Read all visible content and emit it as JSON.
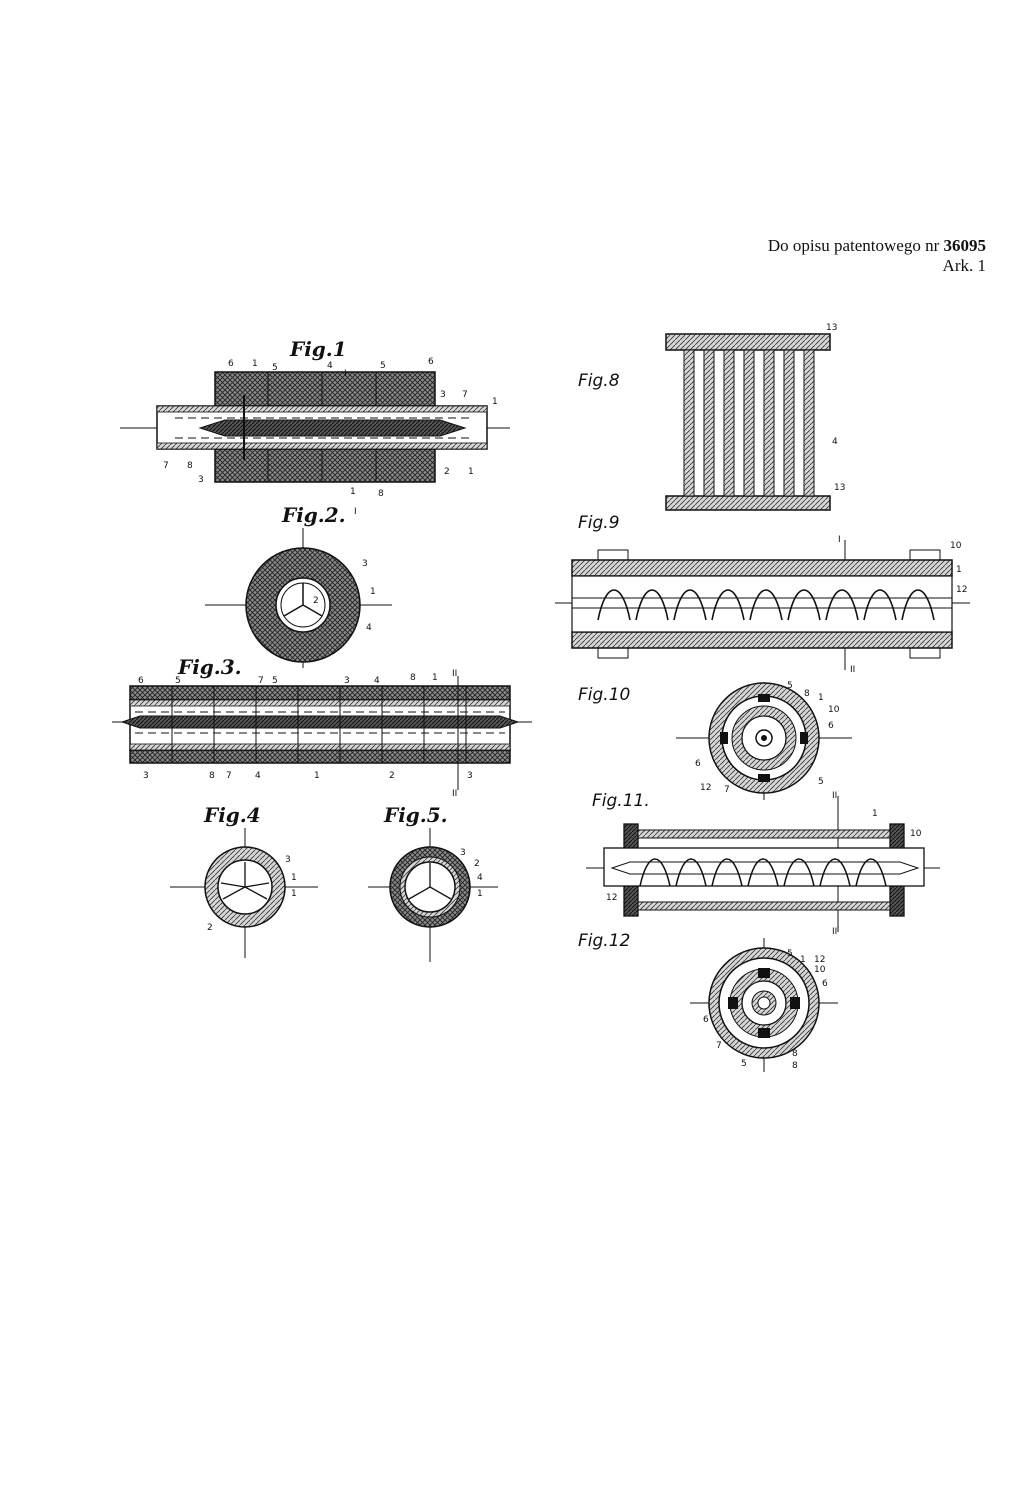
{
  "header": {
    "line1": "Do opisu patentowego nr",
    "patent_number": "36095",
    "line2": "Ark. 1"
  },
  "figures": {
    "fig1": "Fig.1",
    "fig2": "Fig.2.",
    "fig3": "Fig.3.",
    "fig4": "Fig.4",
    "fig5": "Fig.5.",
    "fig8": "Fig.8",
    "fig9": "Fig.9",
    "fig10": "Fig.10",
    "fig11": "Fig.11.",
    "fig12": "Fig.12"
  },
  "section_marks": {
    "i": "I",
    "ii": "II"
  }
}
